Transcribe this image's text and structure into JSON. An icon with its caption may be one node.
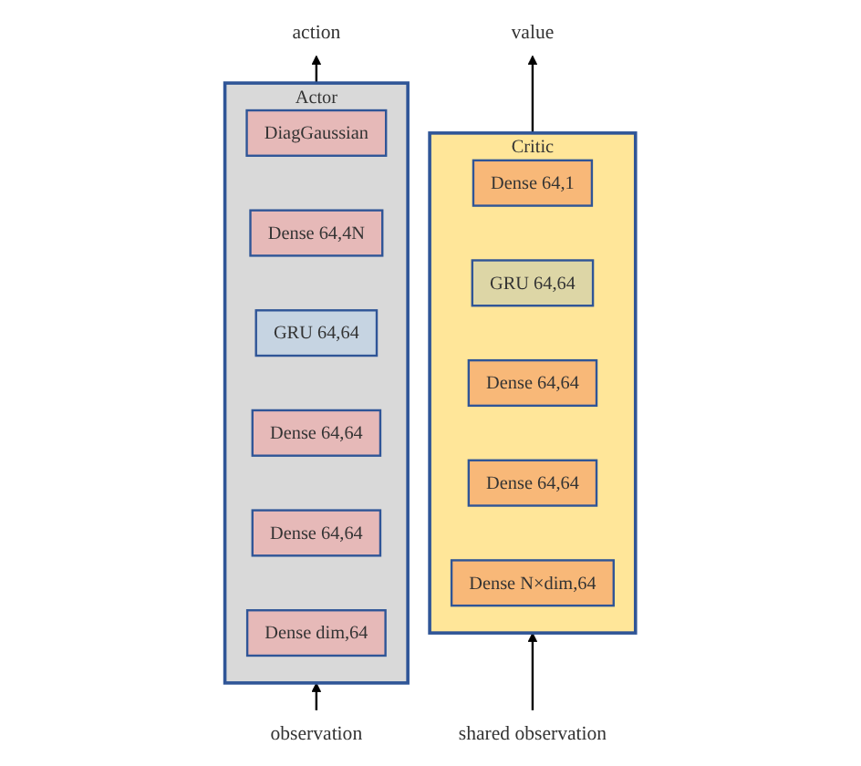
{
  "diagram": {
    "nodes": [
      {
        "text": [
          "action"
        ]
      },
      {
        "text": [
          "Actor"
        ]
      },
      {
        "text": [
          "DiagGaussian"
        ],
        "in": 1
      },
      {
        "text": [
          "Dense 64,4N"
        ],
        "in": 1
      },
      {
        "text": [
          "GRU 64,64"
        ],
        "in": 1
      },
      {
        "text": [
          "Dense 64,64"
        ],
        "in": 1
      },
      {
        "text": [
          "Dense 64,64"
        ],
        "in": 1
      },
      {
        "text": [
          "Dense dim,64"
        ],
        "in": 1
      },
      {
        "text": [
          "observation"
        ]
      },
      {
        "text": [
          "value"
        ]
      },
      {
        "text": [
          "Critic"
        ]
      },
      {
        "text": [
          "Dense 64,1"
        ],
        "in": 10
      },
      {
        "text": [
          "GRU 64,64"
        ],
        "in": 10
      },
      {
        "text": [
          "Dense 64,64"
        ],
        "in": 10
      },
      {
        "text": [
          "Dense 64,64"
        ],
        "in": 10
      },
      {
        "text": [
          "Dense N×dim,64"
        ],
        "in": 10
      },
      {
        "text": [
          "shared observation"
        ]
      }
    ],
    "edges": [
      {
        "from": 1,
        "to": 0,
        "arrow": "to"
      },
      {
        "from": 8,
        "to": 1,
        "arrow": "to"
      },
      {
        "from": 10,
        "to": 9,
        "arrow": "to"
      },
      {
        "from": 16,
        "to": 10,
        "arrow": "to"
      }
    ]
  }
}
